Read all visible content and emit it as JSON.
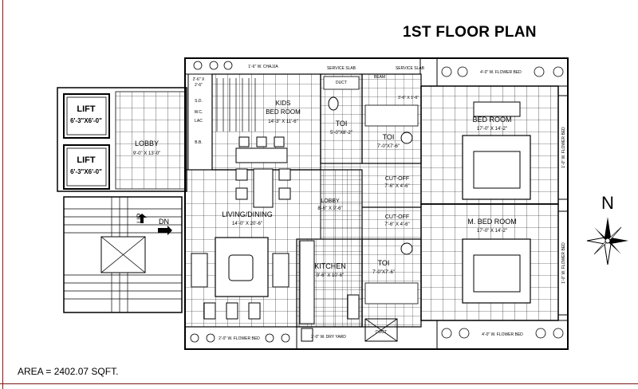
{
  "title": "1ST FLOOR PLAN",
  "area": "AREA =  2402.07 SQFT.",
  "north": "N",
  "rooms": {
    "lift1": {
      "name": "LIFT",
      "dim": "6'-3\"X6'-0\""
    },
    "lift2": {
      "name": "LIFT",
      "dim": "6'-3\"X6'-0\""
    },
    "lobby_main": {
      "name": "LOBBY",
      "dim": "9'-0\" X 13'-0\""
    },
    "kids": {
      "name": "KIDS",
      "name2": "BED ROOM",
      "dim": "14'-3\" X 11'-6\""
    },
    "toi1": {
      "name": "TOI",
      "dim": "5'-0\"X8'-2\""
    },
    "toi2": {
      "name": "TOI",
      "dim": "7'-0\"X7'-6\""
    },
    "toi3": {
      "name": "TOI",
      "dim": "7'-0\"X7'-6\""
    },
    "bed": {
      "name": "BED ROOM",
      "dim": "17'-0\" X 14'-2\""
    },
    "mbed": {
      "name": "M. BED ROOM",
      "dim": "17'-0\" X 14'-2\""
    },
    "living": {
      "name": "LIVING/DINING",
      "dim": "14'-0\" X 20'-6\""
    },
    "lobby2": {
      "name": "LOBBY",
      "dim": "8'-6\" X 9'-6\""
    },
    "cutoff1": {
      "name": "CUT-OFF",
      "dim": "7'-6\" X 4'-6\""
    },
    "cutoff2": {
      "name": "CUT-OFF",
      "dim": "7'-6\" X 4'-6\""
    },
    "kitchen": {
      "name": "KITCHEN",
      "dim": "9'-6\" X 10'-6\""
    }
  },
  "small_labels": {
    "chajja": "1'-6\" W. CHAJJA",
    "service_slab1": "SERVICE SLAB",
    "beam": "BEAM",
    "service_slab2": "SERVICE SLAB",
    "duct_top": "DUCT",
    "duct_bottom": "DUCT",
    "dim_2623": "2'-6\" X",
    "dim_26": "2'-6\"",
    "sd": "S.D.",
    "wc": "W.C.",
    "lac": "LAC",
    "bb": "B.B.",
    "dim_36": "3'-6\" X 1'-6\"",
    "flower_bed_top": "4'-0\" W. FLOWER BED",
    "flower_bed_bottom_left": "2'-0\" W. FLOWER BED",
    "flower_bed_bottom_right": "4'-0\" W. FLOWER BED",
    "flower_bed_side1": "1'-0\" W. FLOWER BED",
    "flower_bed_side2": "1'-0\" W. FLOWER BED",
    "dry_yard": "2'-0\" W. DRY YARD",
    "up": "UP",
    "dn": "DN"
  }
}
